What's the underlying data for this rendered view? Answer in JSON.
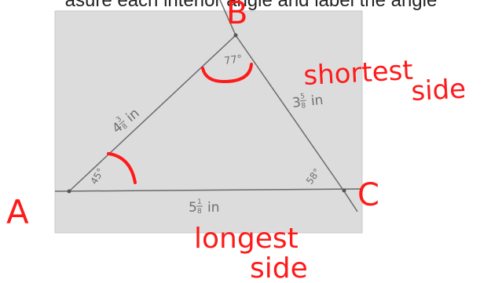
{
  "header": {
    "instruction_fragment": "asure each interior angle and label the angle"
  },
  "vertices": {
    "a": "A",
    "b": "B",
    "c": "C"
  },
  "angles": {
    "a": "45°",
    "b": "77°",
    "c": "58°"
  },
  "sides": {
    "ab": {
      "whole": "4",
      "num": "3",
      "den": "8",
      "unit": "in"
    },
    "bc": {
      "whole": "3",
      "num": "5",
      "den": "8",
      "unit": "in"
    },
    "ac": {
      "whole": "5",
      "num": "1",
      "den": "8",
      "unit": "in"
    }
  },
  "annotations": {
    "shortest_line1": "shortest",
    "shortest_line2": "side",
    "longest_line1": "longest",
    "longest_line2": "side"
  },
  "colors": {
    "ink": "#ff1a1a",
    "paper": "#dcdcdc",
    "pencil": "#6f6f6f"
  }
}
